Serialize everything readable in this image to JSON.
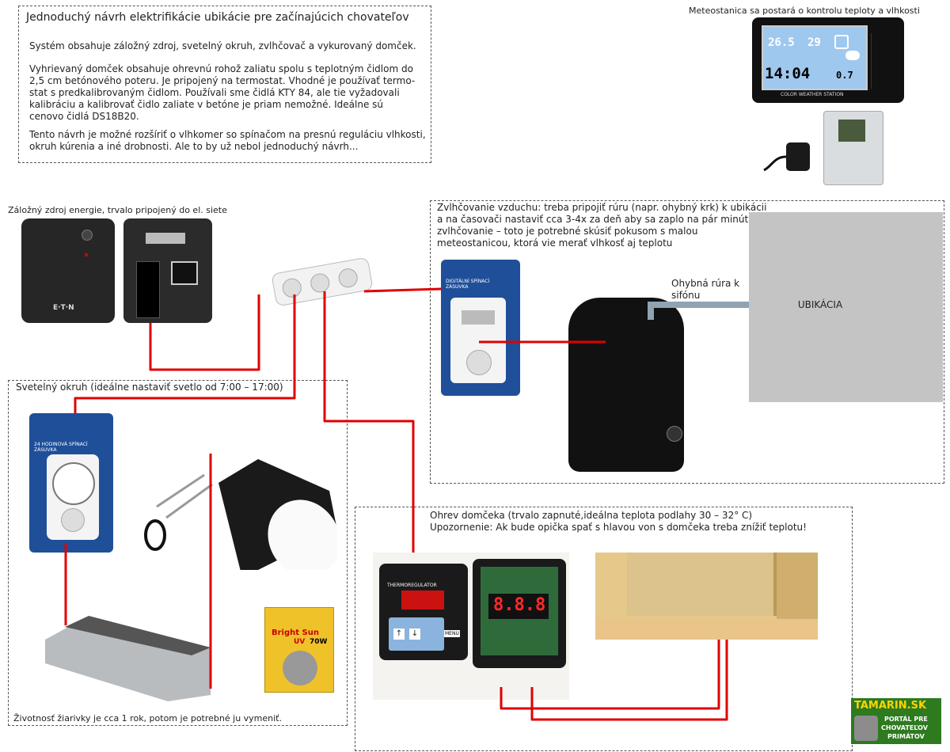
{
  "intro": {
    "title": "Jednoduchý návrh elektrifikácie ubikácie pre začínajúcich chovateľov",
    "p1": "Systém obsahuje záložný zdroj, svetelný okruh, zvlhčovač a vykurovaný domček.",
    "p2_lines": [
      "Vyhrievaný domček obsahuje ohrevnú rohož zaliatu spolu s teplotným čidlom do",
      "2,5 cm betónového poteru. Je pripojený na termostat. Vhodné je používať termo-",
      "stat s predkalibrovaným čidlom. Používali sme čidlá KTY 84, ale tie vyžadovali",
      "kalibráciu a kalibrovať čidlo zaliate v betóne je priam nemožné. Ideálne sú",
      "cenovo čidlá DS18B20."
    ],
    "p3_lines": [
      "Tento návrh je možné rozšíriť o vlhkomer so spínačom na presnú reguláciu vlhkosti,",
      "okruh kúrenia a iné drobnosti. Ale to by už nebol jednoduchý návrh..."
    ]
  },
  "weather": {
    "caption": "Meteostanica sa postará o kontrolu teploty a vlhkosti",
    "temp_in": "26.5",
    "hum": "29",
    "clock": "14:04",
    "small": "0.7",
    "footer": "COLOR WEATHER STATION"
  },
  "ups": {
    "caption": "Záložný zdroj energie, trvalo pripojený do el. siete",
    "brand": "E·T·N"
  },
  "humidifier": {
    "caption_lines": [
      "Zvlhčovanie vzduchu: treba pripojiť rúru (napr. ohybný krk) k ubikácii",
      "a na časovači nastaviť cca 3-4x za deň aby sa zaplo na pár minút",
      "zvlhčovanie – toto je potrebné skúsiť pokusom s malou",
      "meteostanicou, ktorá vie merať vlhkosť aj teplotu"
    ],
    "tube_label_lines": [
      "Ohybná rúra k",
      "sifónu"
    ],
    "enclosure_label": "UBIKÁCIA",
    "timer_pkg_text": "DIGITÁLNÍ SPÍNACÍ ZÁSUVKA"
  },
  "light": {
    "caption": "Svetelný okruh (ideálne nastaviť svetlo od 7:00 – 17:00)",
    "timer_pkg_text": "24 HODINOVÁ SPÍNACÍ ZÁSUVKA",
    "bulb_box_brand": "Bright Sun",
    "bulb_box_type": "UV",
    "bulb_box_watt": "70W",
    "footer_note": "Životnosť žiarivky je cca 1 rok, potom je potrebné ju vymeniť."
  },
  "heating": {
    "caption_lines": [
      "Ohrev domčeka (trvalo zapnuté,ideálna teplota podlahy 30 – 32° C)",
      "Upozornenie: Ak bude opička spať s hlavou von s domčeka treba znížiť teplotu!"
    ],
    "thermo_label": "THERMOREGULATOR",
    "display": "8.8.8",
    "menu_label": "MENU"
  },
  "logo": {
    "name": "TAMARIN.SK",
    "line1": "PORTÁL PRE",
    "line2": "CHOVATEĽOV",
    "line3": "PRIMÁTOV"
  },
  "colors": {
    "wire": "#e00000",
    "tube": "#8fa3b3",
    "enclosure": "#c4c4c4"
  }
}
